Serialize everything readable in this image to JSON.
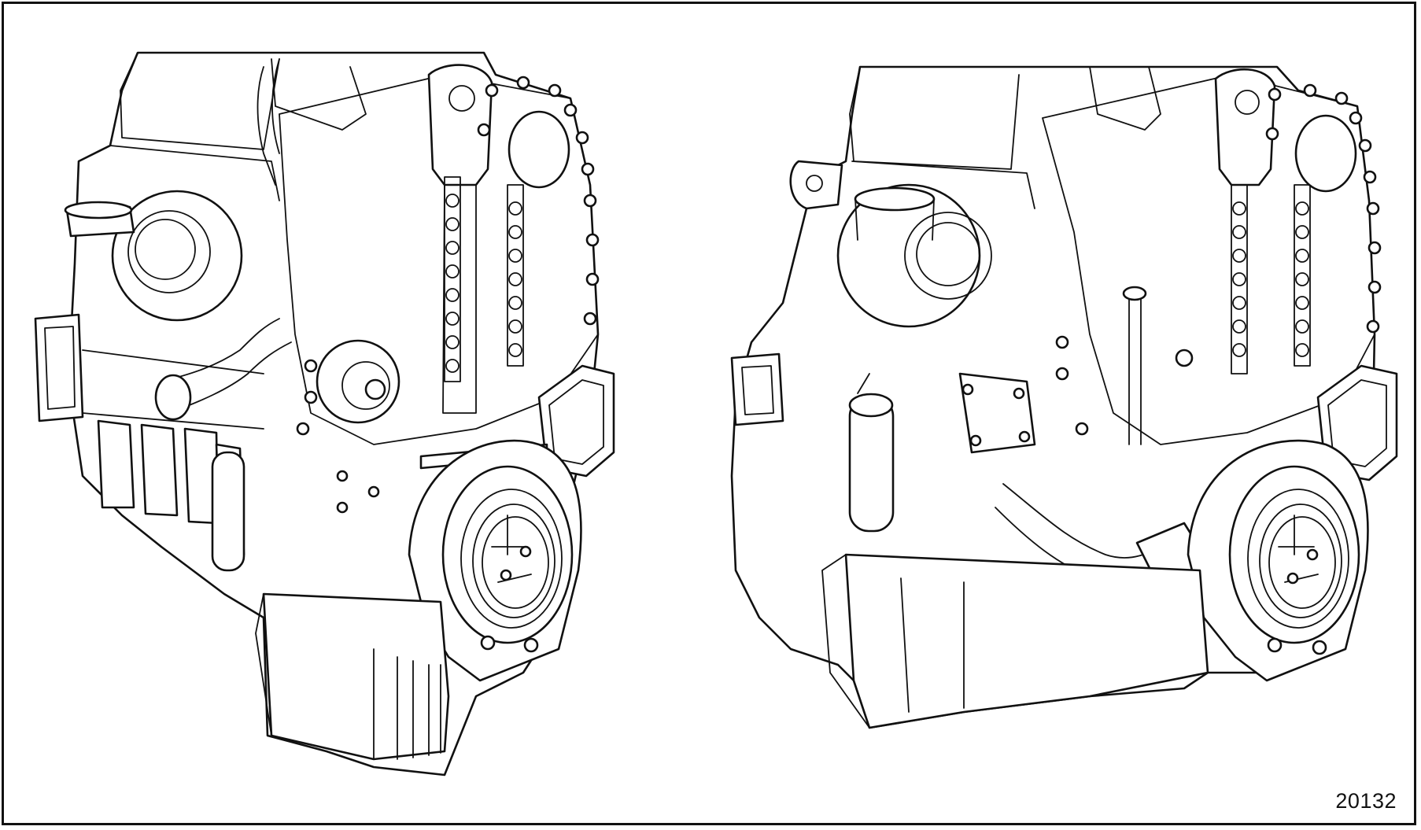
{
  "figure": {
    "figure_number": "20132",
    "colors": {
      "line": "#111111",
      "background": "#ffffff"
    },
    "illustrations": [
      {
        "id": "engine-left"
      },
      {
        "id": "engine-right"
      }
    ]
  }
}
